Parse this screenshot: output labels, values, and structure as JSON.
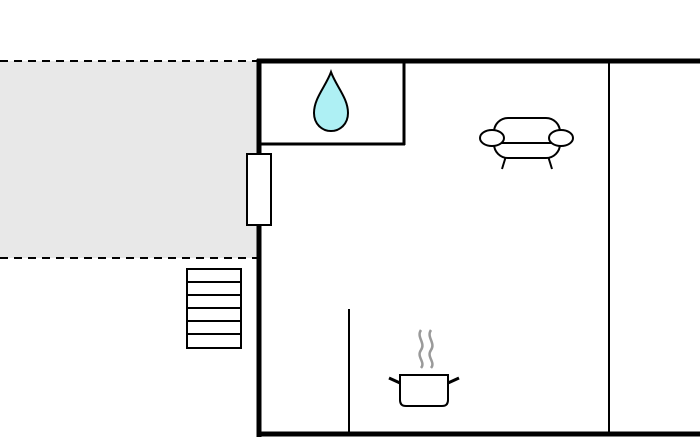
{
  "floorplan": {
    "labels": [],
    "rooms": [
      {
        "name": "terrace",
        "kind": "outdoor"
      },
      {
        "name": "bathroom",
        "icon": "water-drop-icon"
      },
      {
        "name": "living-area",
        "icon": "sofa-icon"
      },
      {
        "name": "kitchen",
        "icon": "cooking-pot-icon"
      },
      {
        "name": "adjacent-room"
      }
    ],
    "colors": {
      "wall": "#000000",
      "terrace_fill": "#e8e8e8",
      "water_drop": "#aef0f4",
      "background": "#ffffff"
    }
  }
}
